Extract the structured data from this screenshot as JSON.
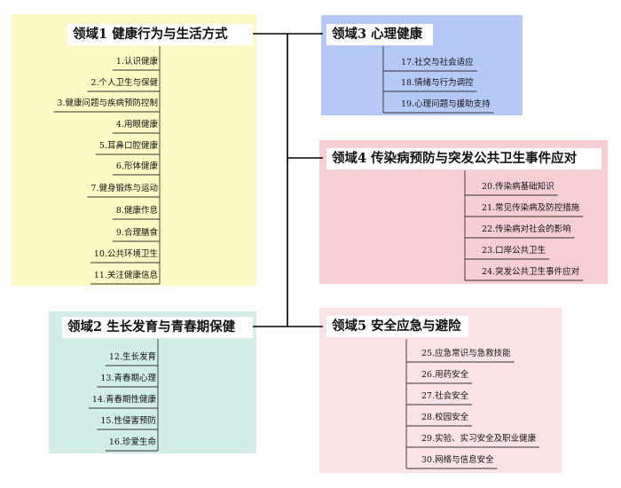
{
  "domains": [
    {
      "id": "d1",
      "title": "领域1 健康行为与生活方式",
      "items": [
        "1.认识健康",
        "2.个人卫生与保健",
        "3.健康问题与疾病预防控制",
        "4.用眼健康",
        "5.耳鼻口腔健康",
        "6.形体健康",
        "7.健身锻炼与运动",
        "8.健康作息",
        "9.合理膳食",
        "10.公共环境卫生",
        "11.关注健康信息"
      ]
    },
    {
      "id": "d2",
      "title": "领域2 生长发育与青春期保健",
      "items": [
        "12.生长发育",
        "13.青春期心理",
        "14.青春期性健康",
        "15.性侵害预防",
        "16.珍爱生命"
      ]
    },
    {
      "id": "d3",
      "title": "领域3 心理健康",
      "items": [
        "17.社交与社会适应",
        "18.情绪与行为调控",
        "19.心理问题与援助支持"
      ]
    },
    {
      "id": "d4",
      "title": "领域4 传染病预防与突发公共卫生事件应对",
      "items": [
        "20.传染病基础知识",
        "21.常见传染病及防控措施",
        "22.传染病对社会的影响",
        "23.口岸公共卫生",
        "24.突发公共卫生事件应对"
      ]
    },
    {
      "id": "d5",
      "title": "领域5 安全应急与避险",
      "items": [
        "25.应急常识与急救技能",
        "26.用药安全",
        "27.社会安全",
        "28.校园安全",
        "29.实验、实习安全及职业健康",
        "30.网络与信息安全"
      ]
    }
  ]
}
